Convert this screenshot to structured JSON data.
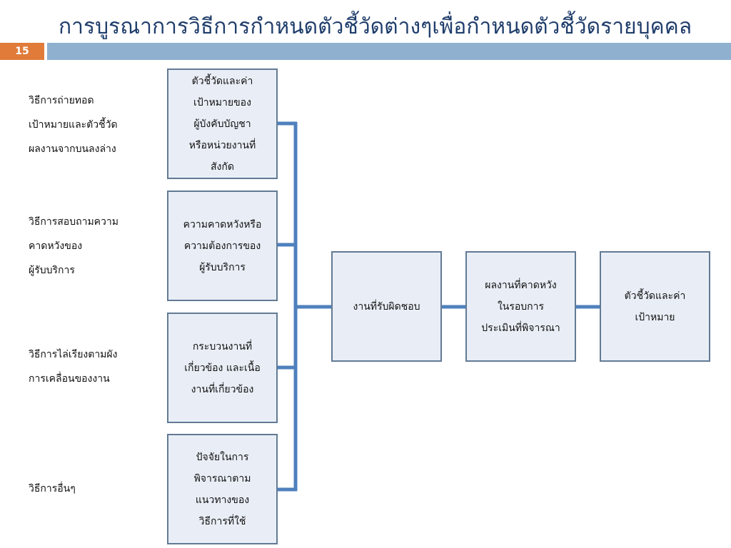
{
  "slide": {
    "title": "การบูรณาการวิธีการกำหนดตัวชี้วัดต่างๆเพื่อกำหนดตัวชี้วัดรายบุคคล",
    "page_number": "15"
  },
  "methods": [
    {
      "lines": [
        "วิธีการถ่ายทอด",
        "เป้าหมายและตัวชี้วัด",
        "ผลงานจากบนลงล่าง"
      ]
    },
    {
      "lines": [
        "วิธีการสอบถามความ",
        "คาดหวังของ",
        "ผู้รับบริการ"
      ]
    },
    {
      "lines": [
        "วิธีการไล่เรียงตามผัง",
        "การเคลื่อนของงาน"
      ]
    },
    {
      "lines": [
        "วิธีการอื่นๆ"
      ]
    }
  ],
  "sources": [
    {
      "lines": [
        "ตัวชี้วัดและค่า",
        "เป้าหมายของ",
        "ผู้บังคับบัญชา",
        "หรือหน่วยงานที่",
        "สังกัด"
      ]
    },
    {
      "lines": [
        "ความคาดหวังหรือ",
        "ความต้องการของ",
        "ผู้รับบริการ"
      ]
    },
    {
      "lines": [
        "กระบวนงานที่",
        "เกี่ยวข้อง และเนื้อ",
        "งานที่เกี่ยวข้อง"
      ]
    },
    {
      "lines": [
        "ปัจจัยในการ",
        "พิจารณาตาม",
        "แนวทางของ",
        "วิธีการที่ใช้"
      ]
    }
  ],
  "chain": [
    {
      "lines": [
        "งานที่รับผิดชอบ"
      ]
    },
    {
      "lines": [
        "ผลงานที่คาดหวัง",
        "ในรอบการ",
        "ประเมินที่พิจารณา"
      ]
    },
    {
      "lines": [
        "ตัวชี้วัดและค่า",
        "เป้าหมาย"
      ]
    }
  ],
  "colors": {
    "title": "#1f3d6b",
    "accent": "#e07b39",
    "bar": "#8fb1cf",
    "box_fill": "#e9eef6",
    "box_border": "#627a94",
    "connector": "#4f81bd"
  }
}
